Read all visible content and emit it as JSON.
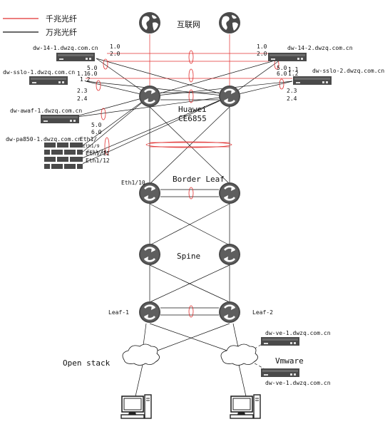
{
  "legend": {
    "gigabit_fiber": "千兆光纤",
    "ten_gigabit_fiber": "万兆光纤",
    "gigabit_color": "#e03030",
    "ten_gigabit_color": "#111111"
  },
  "internet": {
    "label": "互联网"
  },
  "core": {
    "label_1": "Huawei",
    "label_2": "CE6855"
  },
  "border_leaf": {
    "label": "Border Leaf"
  },
  "spine": {
    "label": "Spine"
  },
  "leaf": {
    "left": "Leaf-1",
    "right": "Leaf-2"
  },
  "devices": {
    "lb_left": "dw-14-1.dwzq.com.cn",
    "lb_right": "dw-14-2.dwzq.com.cn",
    "ssl_left": "dw-sslo-1.dwzq.com.cn",
    "ssl_right": "dw-sslo-2.dwzq.com.cn",
    "waf": "dw-awaf-1.dwzq.com.cn",
    "firewall": "dw-pa850-1.dwzq.com.cn",
    "ve_top": "dw-ve-1.dwzq.com.cn",
    "ve_bottom": "dw-ve-1.dwzq.com.cn"
  },
  "ports": {
    "lb_left_1": "1.0",
    "lb_left_2": "2.0",
    "lb_right_1": "1.0",
    "lb_right_2": "2.0",
    "ssl_left_a": "5.0",
    "ssl_left_b": "6.0",
    "ssl_left_c": "1.1",
    "ssl_left_d": "1.2",
    "ssl_right_a": "5.0",
    "ssl_right_b": "6.0",
    "ssl_right_c": "1.1",
    "ssl_right_d": "1.2",
    "left_23": "2.3",
    "left_24": "2.4",
    "right_23": "2.3",
    "right_24": "2.4",
    "waf_5": "5.0",
    "waf_6": "6.0",
    "fw_eth1": "Eth1/",
    "fw_eth19": "Eth1/9",
    "fw_eth110": "Eth1/10",
    "fw_eth111": "Eth1/11",
    "fw_eth112": "Eth1/12",
    "bl_eth": "Eth1/10"
  },
  "clouds": {
    "openstack": "Open stack",
    "vmware": "Vmware"
  }
}
